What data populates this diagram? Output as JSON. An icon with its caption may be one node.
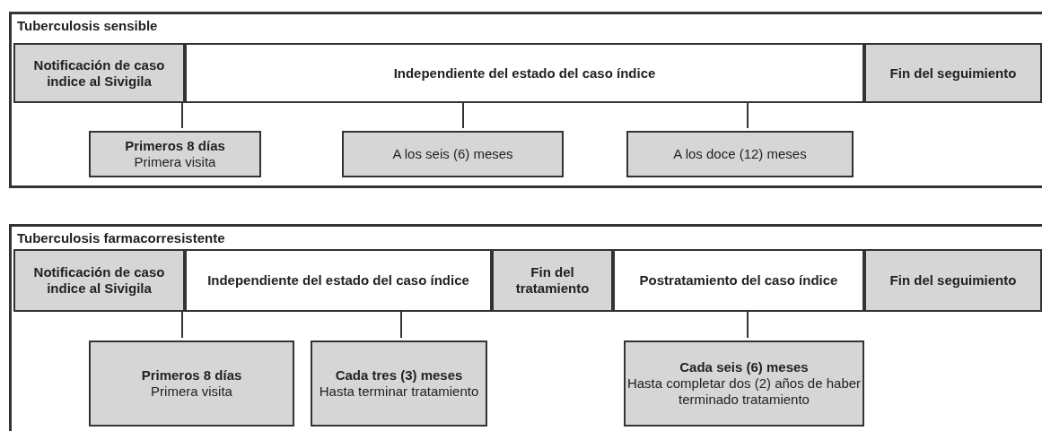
{
  "diagram": {
    "nodes": [
      {
        "text": [
          "Tuberculosis sensible"
        ]
      },
      {
        "text": [
          "Notificación de caso indice al Sivigila"
        ],
        "in": 0
      },
      {
        "text": [
          "Independiente del estado del caso índice"
        ],
        "in": 0
      },
      {
        "text": [
          "Fin del seguimiento"
        ],
        "in": 0
      },
      {
        "text": [
          "Primeros 8 días",
          "Primera visita"
        ],
        "in": 0
      },
      {
        "text": [
          "A los seis (6) meses"
        ],
        "in": 0
      },
      {
        "text": [
          "A los doce (12) meses"
        ],
        "in": 0
      },
      {
        "text": [
          "Tuberculosis farmacorresistente"
        ]
      },
      {
        "text": [
          "Notificación de caso indice al Sivigila"
        ],
        "in": 7
      },
      {
        "text": [
          "Independiente del estado del caso índice"
        ],
        "in": 7
      },
      {
        "text": [
          "Fin del tratamiento"
        ],
        "in": 7
      },
      {
        "text": [
          "Postratamiento del caso índice"
        ],
        "in": 7
      },
      {
        "text": [
          "Fin del seguimiento"
        ],
        "in": 7
      },
      {
        "text": [
          "Primeros 8 días",
          "Primera visita"
        ],
        "in": 7
      },
      {
        "text": [
          "Cada tres (3) meses",
          "Hasta terminar tratamiento"
        ],
        "in": 7
      },
      {
        "text": [
          "Cada seis (6) meses",
          "Hasta completar dos (2) años de haber terminado tratamiento"
        ],
        "in": 7
      }
    ],
    "edges": [
      {
        "from": 1,
        "to": 4,
        "arrow": "none"
      },
      {
        "from": 2,
        "to": 5,
        "arrow": "none"
      },
      {
        "from": 2,
        "to": 6,
        "arrow": "none"
      },
      {
        "from": 8,
        "to": 13,
        "arrow": "none"
      },
      {
        "from": 9,
        "to": 14,
        "arrow": "none"
      },
      {
        "from": 11,
        "to": 15,
        "arrow": "none"
      }
    ]
  }
}
